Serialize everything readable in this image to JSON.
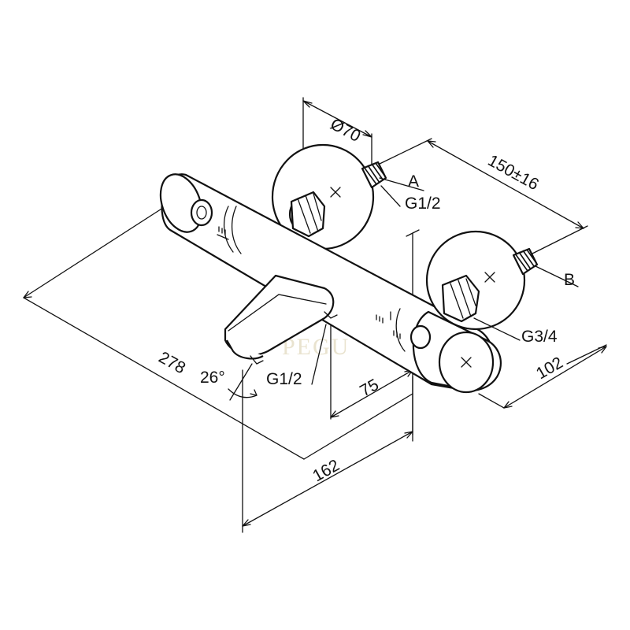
{
  "dimensions": {
    "diameter": "Ø70",
    "spacing": "150±16",
    "depth": "102",
    "length": "278",
    "angle": "26°",
    "outlet_offset": "75",
    "overall_width": "162"
  },
  "ports": {
    "a_label": "A",
    "a_thread": "G1/2",
    "b_label": "B",
    "b_thread": "G3/4",
    "outlet_thread": "G1/2"
  },
  "watermark": "PEGU",
  "colors": {
    "line": "#111111",
    "background": "#ffffff",
    "watermark": "#e9e3cf"
  }
}
